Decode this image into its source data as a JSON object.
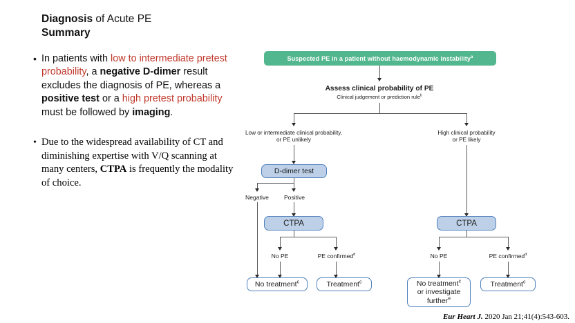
{
  "slide": {
    "title_bold": "Diagnosis",
    "title_rest": " of Acute PE",
    "title_line2": "Summary"
  },
  "bullets": {
    "marker": "•",
    "b1": {
      "t1": "In patients with ",
      "r1": "low to intermediate pretest probability",
      "t2": ", a ",
      "s1": "negative D-dimer",
      "t3": " result excludes the diagnosis of PE, whereas a ",
      "s2": "positive test",
      "t4": " or a ",
      "r2": "high pretest probability",
      "t5": " must be followed by ",
      "s3": "imaging",
      "t6": "."
    },
    "b2": {
      "t1": "Due to the widespread availability of CT and diminishing expertise with V/Q scanning at many centers, ",
      "s1": "CTPA",
      "t2": " is frequently the modality of choice."
    }
  },
  "flowchart": {
    "colors": {
      "green": "#52b68e",
      "blue_fill": "#bdd0e8",
      "blue_border": "#4f81bd",
      "line": "#58595b"
    },
    "top_node": {
      "text": "Suspected PE in a patient without haemodynamic instability",
      "sup": "a"
    },
    "assess": {
      "line1": "Assess clinical probability of PE",
      "line2": "Clinical judgement or prediction rule",
      "line2_sup": "b"
    },
    "branch_left": {
      "line1": "Low or intermediate clinical probability,",
      "line2": "or PE unlikely"
    },
    "branch_right": {
      "line1": "High clinical probability",
      "line2": "or PE likely"
    },
    "ddimer": "D-dimer test",
    "negative": "Negative",
    "positive": "Positive",
    "ctpa_left": "CTPA",
    "ctpa_right": "CTPA",
    "no_pe_left": "No PE",
    "pe_confirmed_left": {
      "text": "PE confirmed",
      "sup": "d"
    },
    "no_pe_right": "No PE",
    "pe_confirmed_right": {
      "text": "PE confirmed",
      "sup": "d"
    },
    "outcome_no_treatment": {
      "text": "No treatment",
      "sup": "c"
    },
    "outcome_treatment_left": {
      "text": "Treatment",
      "sup": "c"
    },
    "outcome_right_multi": {
      "line1": "No treatment",
      "line1_sup": "c",
      "line2": "or investigate",
      "line3": "further",
      "line3_sup": "e"
    },
    "outcome_treatment_right": {
      "text": "Treatment",
      "sup": "c"
    }
  },
  "citation": {
    "journal": "Eur Heart J.",
    "details": " 2020 Jan 21;41(4):543-603."
  }
}
